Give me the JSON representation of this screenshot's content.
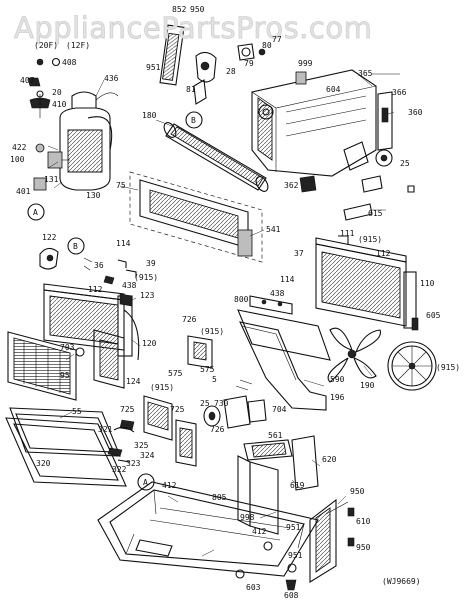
{
  "watermark": "AppliancePartsPros.com",
  "diagram_code": "(WJ9669)",
  "callouts": {
    "circle_a": "A",
    "circle_b": "B"
  },
  "labels": [
    {
      "text": "852"
    },
    {
      "text": "950"
    },
    {
      "text": "(20F)"
    },
    {
      "text": "(12F)"
    },
    {
      "text": "408"
    },
    {
      "text": "407"
    },
    {
      "text": "20"
    },
    {
      "text": "410"
    },
    {
      "text": "436"
    },
    {
      "text": "951"
    },
    {
      "text": "80"
    },
    {
      "text": "79"
    },
    {
      "text": "77"
    },
    {
      "text": "28"
    },
    {
      "text": "81"
    },
    {
      "text": "999"
    },
    {
      "text": "365"
    },
    {
      "text": "604"
    },
    {
      "text": "366"
    },
    {
      "text": "360"
    },
    {
      "text": "180"
    },
    {
      "text": "422"
    },
    {
      "text": "100"
    },
    {
      "text": "131"
    },
    {
      "text": "401"
    },
    {
      "text": "130"
    },
    {
      "text": "25"
    },
    {
      "text": "362"
    },
    {
      "text": "615"
    },
    {
      "text": "75"
    },
    {
      "text": "541"
    },
    {
      "text": "111"
    },
    {
      "text": "(915)"
    },
    {
      "text": "112"
    },
    {
      "text": "37"
    },
    {
      "text": "122"
    },
    {
      "text": "114"
    },
    {
      "text": "36"
    },
    {
      "text": "39"
    },
    {
      "text": "(915)"
    },
    {
      "text": "112"
    },
    {
      "text": "438"
    },
    {
      "text": "123"
    },
    {
      "text": "114"
    },
    {
      "text": "438"
    },
    {
      "text": "800"
    },
    {
      "text": "110"
    },
    {
      "text": "605"
    },
    {
      "text": "726"
    },
    {
      "text": "(915)"
    },
    {
      "text": "703"
    },
    {
      "text": "120"
    },
    {
      "text": "95"
    },
    {
      "text": "124"
    },
    {
      "text": "575"
    },
    {
      "text": "575"
    },
    {
      "text": "5"
    },
    {
      "text": "590"
    },
    {
      "text": "190"
    },
    {
      "text": "(915)"
    },
    {
      "text": "55"
    },
    {
      "text": "725"
    },
    {
      "text": "(915)"
    },
    {
      "text": "725"
    },
    {
      "text": "25"
    },
    {
      "text": "730"
    },
    {
      "text": "704"
    },
    {
      "text": "196"
    },
    {
      "text": "321"
    },
    {
      "text": "726"
    },
    {
      "text": "561"
    },
    {
      "text": "325"
    },
    {
      "text": "324"
    },
    {
      "text": "323"
    },
    {
      "text": "320"
    },
    {
      "text": "322"
    },
    {
      "text": "620"
    },
    {
      "text": "619"
    },
    {
      "text": "412"
    },
    {
      "text": "805"
    },
    {
      "text": "950"
    },
    {
      "text": "998"
    },
    {
      "text": "412"
    },
    {
      "text": "951"
    },
    {
      "text": "610"
    },
    {
      "text": "951"
    },
    {
      "text": "950"
    },
    {
      "text": "608"
    },
    {
      "text": "603"
    }
  ]
}
